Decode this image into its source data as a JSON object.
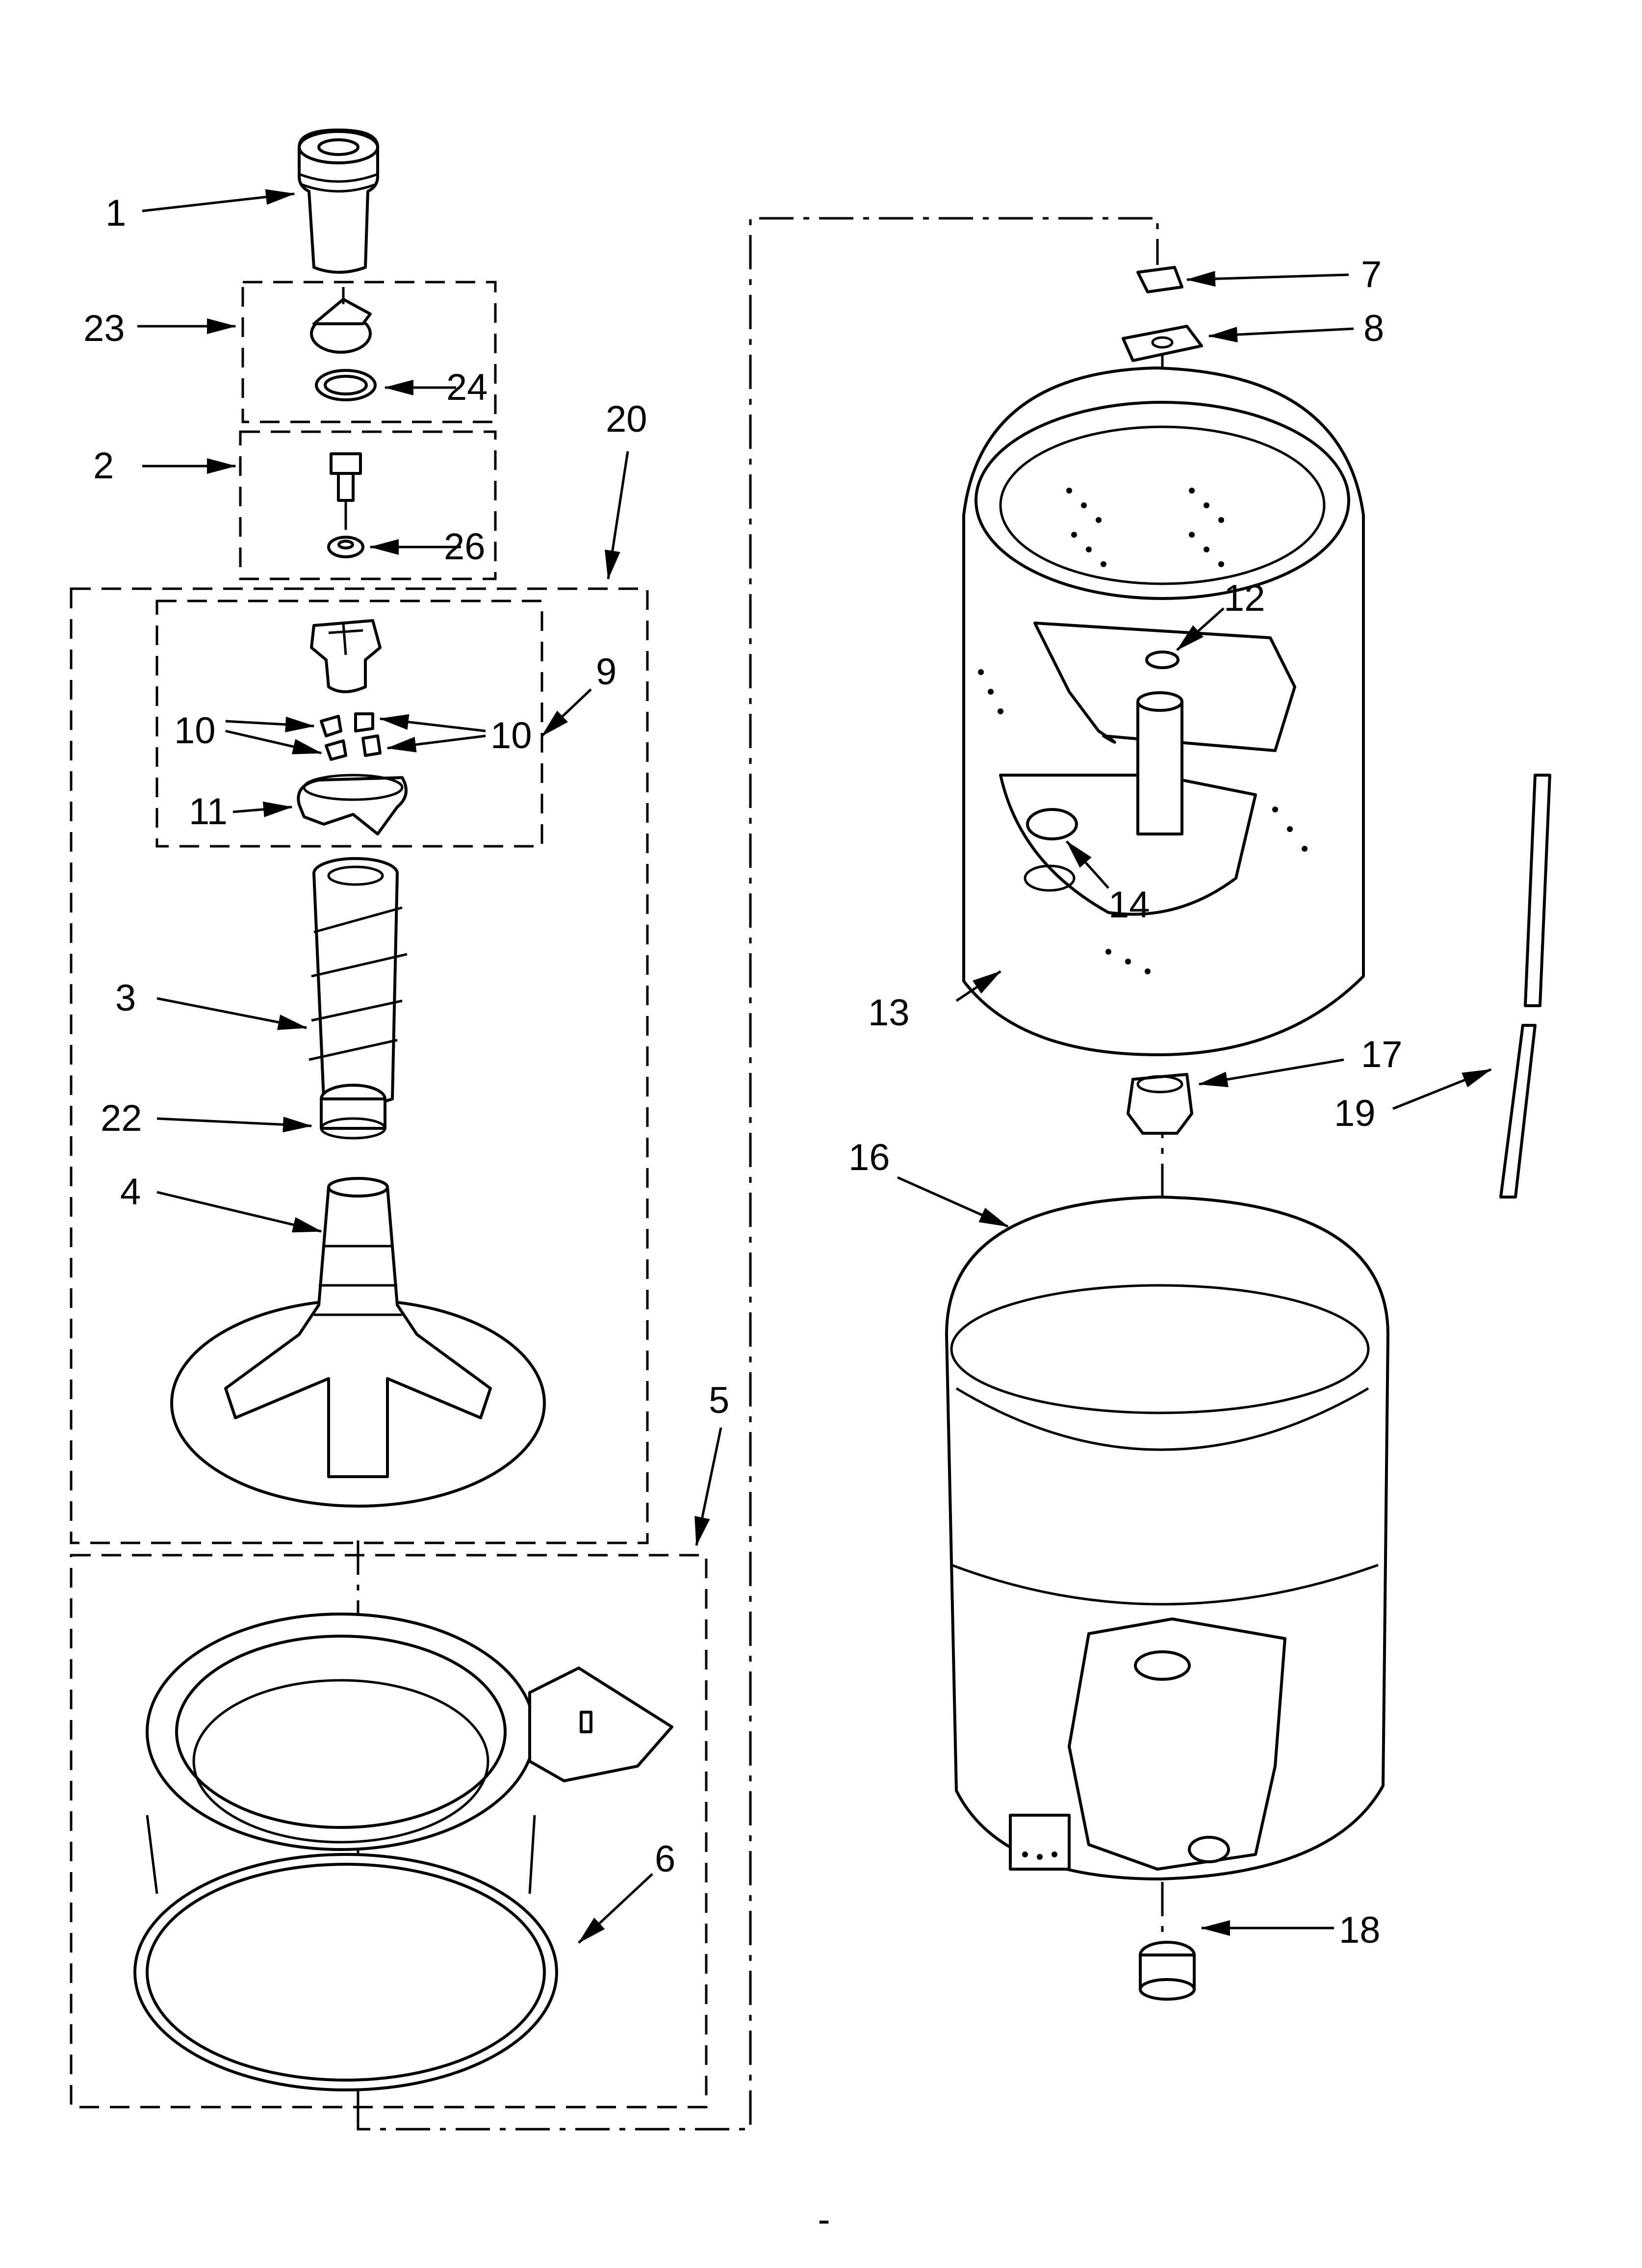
{
  "callouts": [
    {
      "id": "c1",
      "text": "1"
    },
    {
      "id": "c2",
      "text": "2"
    },
    {
      "id": "c3",
      "text": "3"
    },
    {
      "id": "c4",
      "text": "4"
    },
    {
      "id": "c5",
      "text": "5"
    },
    {
      "id": "c6",
      "text": "6"
    },
    {
      "id": "c7",
      "text": "7"
    },
    {
      "id": "c8",
      "text": "8"
    },
    {
      "id": "c9",
      "text": "9"
    },
    {
      "id": "c10a",
      "text": "10"
    },
    {
      "id": "c10b",
      "text": "10"
    },
    {
      "id": "c11",
      "text": "11"
    },
    {
      "id": "c12",
      "text": "12"
    },
    {
      "id": "c13",
      "text": "13"
    },
    {
      "id": "c14",
      "text": "14"
    },
    {
      "id": "c16",
      "text": "16"
    },
    {
      "id": "c17",
      "text": "17"
    },
    {
      "id": "c18",
      "text": "18"
    },
    {
      "id": "c19",
      "text": "19"
    },
    {
      "id": "c20",
      "text": "20"
    },
    {
      "id": "c22",
      "text": "22"
    },
    {
      "id": "c23",
      "text": "23"
    },
    {
      "id": "c24",
      "text": "24"
    },
    {
      "id": "c26",
      "text": "26"
    }
  ],
  "footer_mark": "-"
}
